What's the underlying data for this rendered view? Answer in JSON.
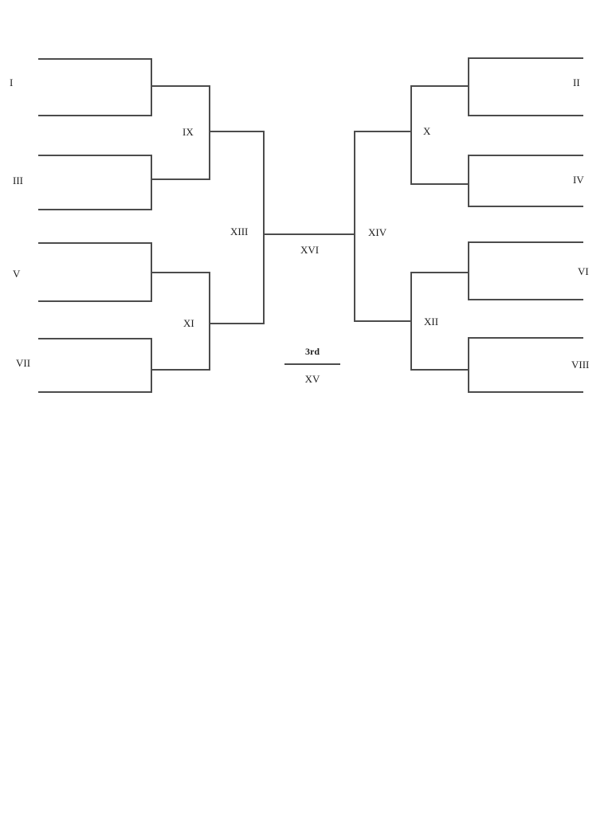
{
  "bracket": {
    "left_seeds": [
      "I",
      "III",
      "V",
      "VII"
    ],
    "right_seeds": [
      "II",
      "IV",
      "VI",
      "VIII"
    ],
    "left_quarterfinal_labels": [
      "IX",
      "XI"
    ],
    "right_quarterfinal_labels": [
      "X",
      "XII"
    ],
    "semifinal_labels": [
      "XIII",
      "XIV"
    ],
    "final_label": "XVI",
    "third_place": {
      "heading": "3rd",
      "match_label": "XV"
    }
  },
  "colors": {
    "line": "#4c4c4c",
    "text": "#1f1f1f",
    "background": "#ffffff"
  }
}
